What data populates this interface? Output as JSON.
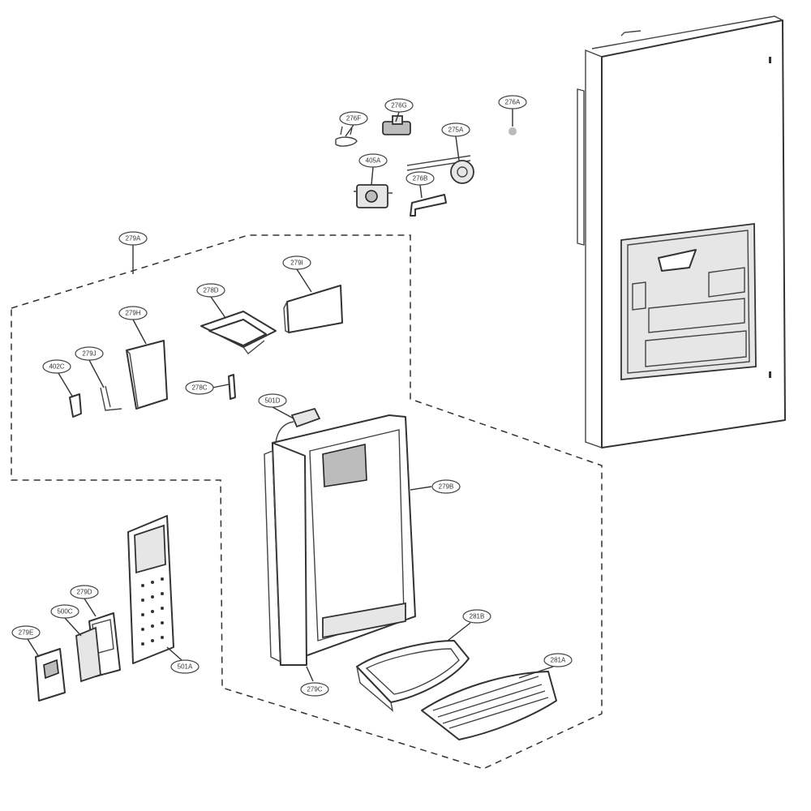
{
  "diagram": {
    "callouts": {
      "c276A": "276A",
      "c276F": "276F",
      "c276G": "276G",
      "c275A": "275A",
      "c405A": "405A",
      "c276B": "276B",
      "c279A": "279A",
      "c279I": "279I",
      "c278D": "278D",
      "c279H": "279H",
      "c279J": "279J",
      "c402C": "402C",
      "c278C": "278C",
      "c501D": "501D",
      "c279B": "279B",
      "c279D": "279D",
      "c500C": "500C",
      "c279E": "279E",
      "c501A": "501A",
      "c281B": "281B",
      "c281A": "281A",
      "c279C": "279C"
    }
  }
}
